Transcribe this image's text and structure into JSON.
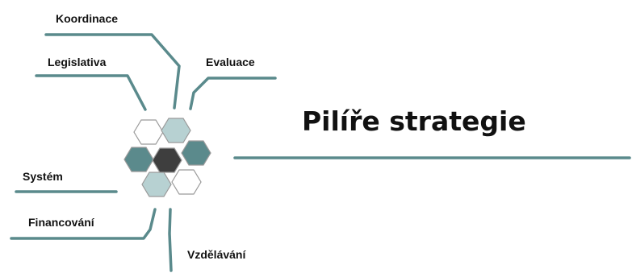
{
  "title": "Pilíře strategie",
  "pillars": [
    {
      "id": "koordinace",
      "label": "Koordinace"
    },
    {
      "id": "legislativa",
      "label": "Legislativa"
    },
    {
      "id": "evaluace",
      "label": "Evaluace"
    },
    {
      "id": "system",
      "label": "Systém"
    },
    {
      "id": "financovani",
      "label": "Financování"
    },
    {
      "id": "vzdelavani",
      "label": "Vzdělávání"
    }
  ],
  "colors": {
    "line": "#5a8a8c",
    "hex_dark": "#3e3e3e",
    "hex_teal": "#5b8a8c",
    "hex_light": "#b7d1d2",
    "hex_white": "#ffffff"
  }
}
